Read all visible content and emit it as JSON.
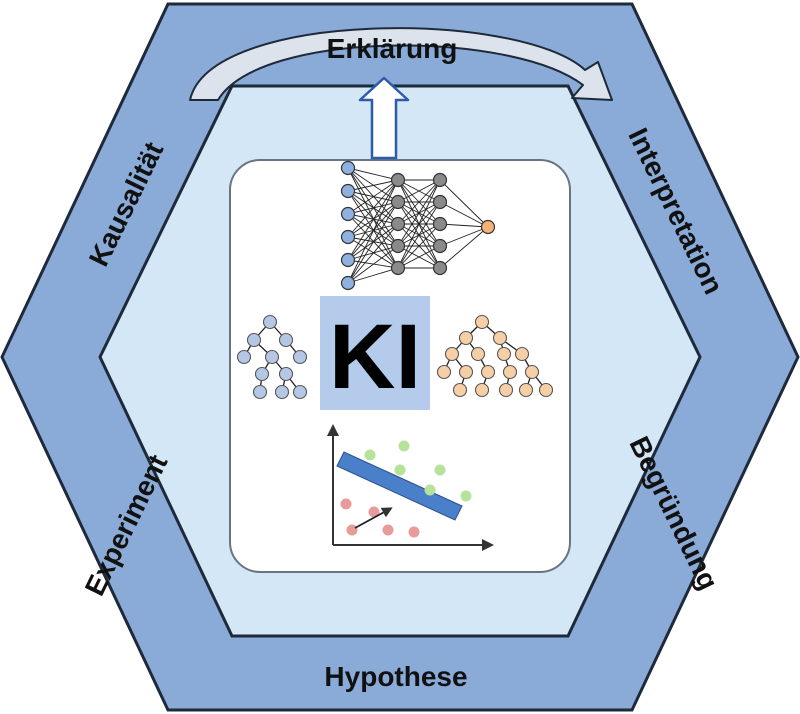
{
  "diagram": {
    "center_label": "KI",
    "side_labels": {
      "top": "Erklärung",
      "top_right": "Interpretation",
      "bottom_right": "Begründung",
      "bottom": "Hypothese",
      "bottom_left": "Experiment",
      "top_left": "Kausalität"
    }
  },
  "colors": {
    "outer_hexagon": "#8aabd8",
    "outer_stroke": "#1e2a3a",
    "inner_hexagon": "#d3e7f7",
    "center_panel": "#ffffff",
    "ki_box": "#b4cbec",
    "neural_input_nodes": "#8fb1e0",
    "neural_hidden_nodes": "#8a8a8a",
    "neural_output_node": "#f4b277",
    "tree_left_nodes": "#b4c8e6",
    "tree_right_nodes": "#f7cfa6",
    "scatter_green": "#b6e39a",
    "scatter_red": "#e99a9a",
    "separator_band": "#4a7fc9",
    "arc_arrow": "#dce3ec"
  },
  "icons": [
    "neural-network-icon",
    "decision-tree-icon",
    "svm-scatter-icon",
    "cycle-arrow-icon",
    "up-arrow-icon"
  ]
}
